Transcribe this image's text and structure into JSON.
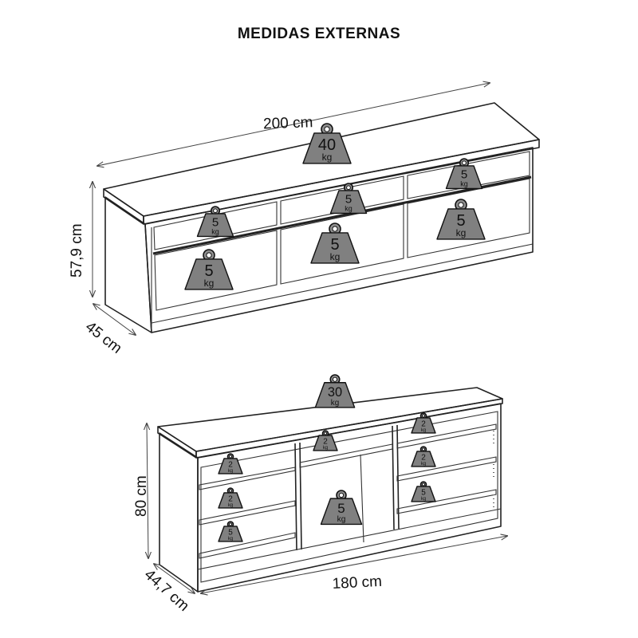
{
  "title": "MEDIDAS EXTERNAS",
  "rack": {
    "width_label": "200 cm",
    "height_label": "57,9 cm",
    "depth_label": "45 cm",
    "top_load": {
      "value": "40",
      "unit": "kg"
    },
    "drawer_loads": [
      {
        "value": "5",
        "unit": "kg"
      },
      {
        "value": "5",
        "unit": "kg"
      },
      {
        "value": "5",
        "unit": "kg"
      },
      {
        "value": "5",
        "unit": "kg"
      },
      {
        "value": "5",
        "unit": "kg"
      },
      {
        "value": "5",
        "unit": "kg"
      }
    ]
  },
  "shelf": {
    "width_label": "180 cm",
    "height_label": "80 cm",
    "depth_label": "44,7 cm",
    "top_load": {
      "value": "30",
      "unit": "kg"
    },
    "compartment_loads": [
      {
        "value": "2",
        "unit": "kg"
      },
      {
        "value": "2",
        "unit": "kg"
      },
      {
        "value": "5",
        "unit": "kg"
      },
      {
        "value": "2",
        "unit": "kg"
      },
      {
        "value": "5",
        "unit": "kg"
      },
      {
        "value": "2",
        "unit": "kg"
      },
      {
        "value": "2",
        "unit": "kg"
      },
      {
        "value": "5",
        "unit": "kg"
      }
    ]
  }
}
